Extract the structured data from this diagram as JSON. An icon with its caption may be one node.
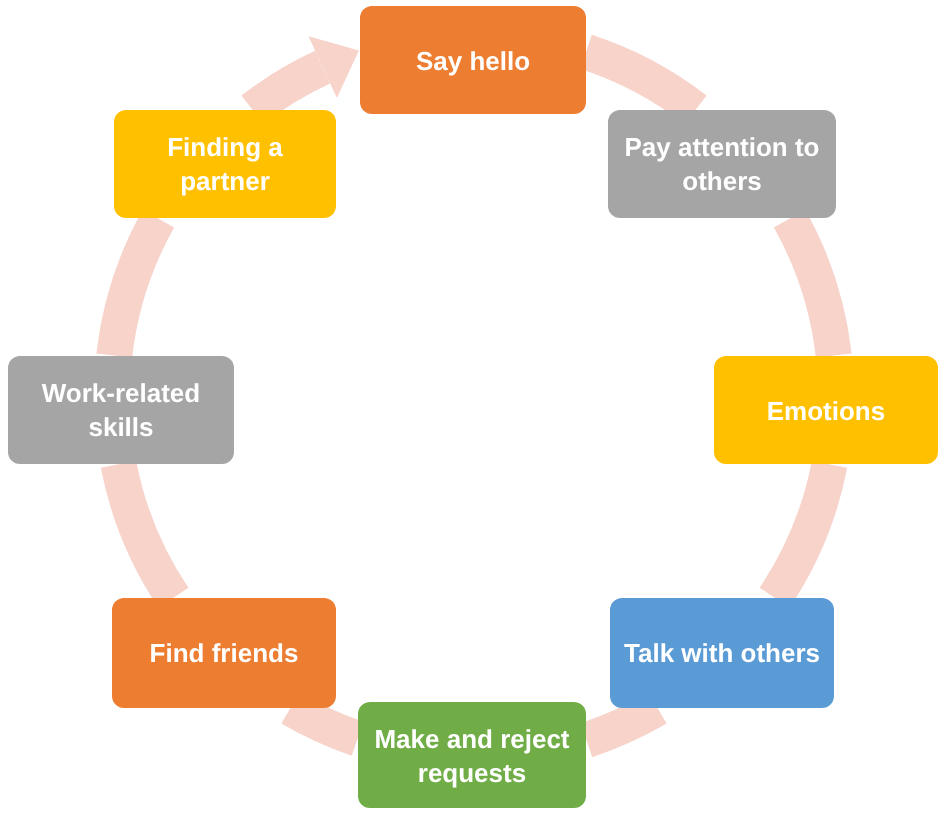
{
  "diagram": {
    "nodes": [
      {
        "text": [
          "Say hello"
        ]
      },
      {
        "text": [
          "Pay attention to others"
        ]
      },
      {
        "text": [
          "Emotions"
        ]
      },
      {
        "text": [
          "Talk with others"
        ]
      },
      {
        "text": [
          "Make and reject requests"
        ]
      },
      {
        "text": [
          "Find friends"
        ]
      },
      {
        "text": [
          "Work-related skills"
        ]
      },
      {
        "text": [
          "Finding a partner"
        ]
      }
    ],
    "edges": [
      {
        "from": 0,
        "to": 1,
        "arrow": "none"
      },
      {
        "from": 1,
        "to": 2,
        "arrow": "none"
      },
      {
        "from": 2,
        "to": 3,
        "arrow": "none"
      },
      {
        "from": 3,
        "to": 4,
        "arrow": "none"
      },
      {
        "from": 4,
        "to": 5,
        "arrow": "none"
      },
      {
        "from": 5,
        "to": 6,
        "arrow": "none"
      },
      {
        "from": 6,
        "to": 7,
        "arrow": "none"
      },
      {
        "from": 7,
        "to": 0,
        "arrow": "to"
      }
    ]
  }
}
